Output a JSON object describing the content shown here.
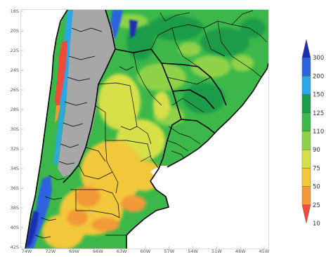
{
  "map": {
    "lat_labels": [
      "18S",
      "20S",
      "22S",
      "24S",
      "26S",
      "28S",
      "30S",
      "32S",
      "34S",
      "36S",
      "38S",
      "40S",
      "42S"
    ],
    "lon_labels": [
      "74W",
      "72W",
      "69W",
      "66W",
      "63W",
      "60W",
      "57W",
      "54W",
      "51W",
      "48W",
      "45W"
    ],
    "colors": {
      "land_low": "#e8c94b",
      "land_mid": "#86c93c",
      "land_high": "#22a63a",
      "andes": "#a7a7a7",
      "ocean": "#ffffff",
      "borders": "#000000"
    }
  },
  "legend": {
    "levels": [
      {
        "label": "300",
        "color": "#1c2fb3"
      },
      {
        "label": "200",
        "color": "#2e63e0"
      },
      {
        "label": "150",
        "color": "#29a7e8"
      },
      {
        "label": "125",
        "color": "#1a9c4a"
      },
      {
        "label": "110",
        "color": "#3cb84a"
      },
      {
        "label": "90",
        "color": "#8fd24a"
      },
      {
        "label": "75",
        "color": "#d6e04a"
      },
      {
        "label": "50",
        "color": "#f2c83a"
      },
      {
        "label": "25",
        "color": "#f29a38"
      },
      {
        "label": "10",
        "color": "#ef4a3a"
      }
    ]
  }
}
